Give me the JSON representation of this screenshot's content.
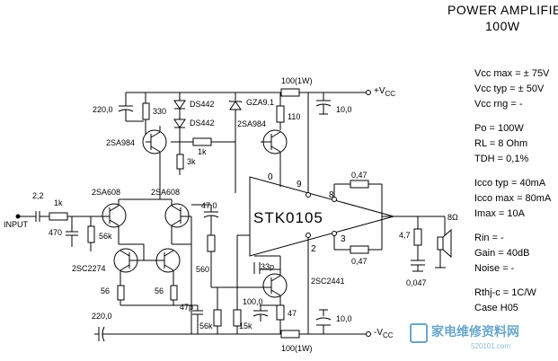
{
  "title": {
    "line1": "POWER AMPLIFIER",
    "line2": "100W"
  },
  "chip": {
    "name": "STK0105",
    "pins": {
      "p0": "0",
      "p9": "9",
      "p8": "8",
      "p3": "3",
      "p2": "2"
    }
  },
  "rails": {
    "positive": "+V",
    "positive_sub": "CC",
    "negative": "-V",
    "negative_sub": "CC"
  },
  "input_label": "INPUT",
  "components": {
    "c_top": "220,0",
    "r330": "330",
    "q_top": "2SA984",
    "d1": "DS442",
    "d2": "DS442",
    "r3k": "3k",
    "r1k_mid": "1k",
    "zener": "GZA9.1",
    "q_top2": "2SA984",
    "r110": "110",
    "r_top": "100(1W)",
    "c_right_top": "10,0",
    "r047_a": "0,47",
    "r047_b": "0,47",
    "r4_7": "4,7",
    "c047": "0,047",
    "spk": "8Ω",
    "cin": "2,2",
    "rin": "1k",
    "r470": "470",
    "q_diff1": "2SA608",
    "q_diff2": "2SA608",
    "r56k": "56k",
    "c47": "47,0",
    "q_mirror": "2SC2274",
    "r560": "560",
    "r56_a": "56",
    "r56_b": "56",
    "c33p": "33p",
    "q_vas": "2SC2441",
    "c100": "100,0",
    "r47": "47",
    "c47p": "47p",
    "r56k_b": "56k",
    "r15k": "15k",
    "c220_bot": "220,0",
    "r_bot": "100(1W)",
    "c_bot": "10,0"
  },
  "specs": [
    {
      "param": "Vcc max",
      "sub": "",
      "value": "= ± 75V"
    },
    {
      "param": "Vcc typ",
      "sub": "",
      "value": "= ± 50V"
    },
    {
      "param": "Vcc rng",
      "sub": "",
      "value": "= -"
    },
    {
      "param": "Po",
      "sub": "",
      "value": "= 100W"
    },
    {
      "param": "RL",
      "sub": "",
      "value": "= 8 Ohm"
    },
    {
      "param": "TDH",
      "sub": "",
      "value": "= 0,1%"
    },
    {
      "param": "Icco typ",
      "sub": "",
      "value": "= 40mA"
    },
    {
      "param": "Icco max",
      "sub": "",
      "value": "= 80mA"
    },
    {
      "param": "Imax",
      "sub": "",
      "value": "= 10A"
    },
    {
      "param": "Rin",
      "sub": "",
      "value": "= -"
    },
    {
      "param": "Gain",
      "sub": "",
      "value": "= 40dB"
    },
    {
      "param": "Noise",
      "sub": "",
      "value": "= -"
    },
    {
      "param": "Rthj-c",
      "sub": "",
      "value": "= 1C/W"
    },
    {
      "param": "Case",
      "sub": "",
      "value": "H05"
    }
  ],
  "watermark": {
    "text": "家电维修资料网",
    "url": "520101.com"
  }
}
